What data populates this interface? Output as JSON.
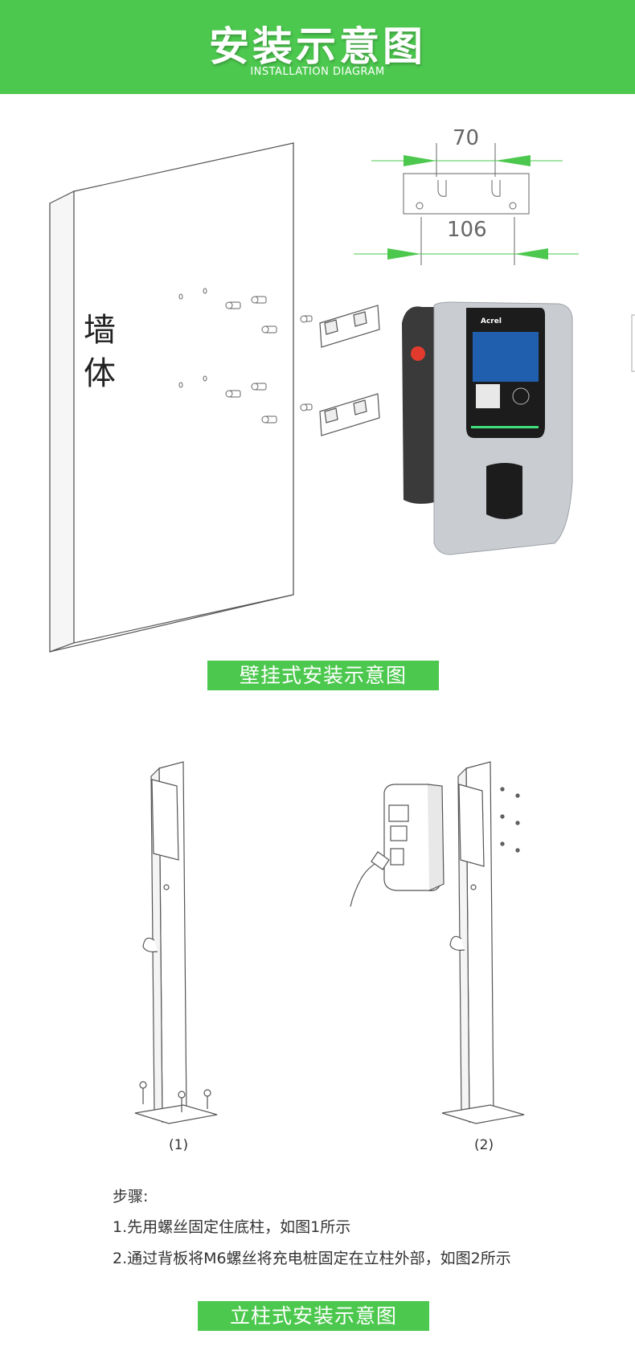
{
  "header": {
    "title": "安装示意图",
    "subtitle": "INSTALLATION DIAGRAM"
  },
  "wall_mount": {
    "wall_label_1": "墙",
    "wall_label_2": "体",
    "dim_inner": "70",
    "dim_outer": "106",
    "brand": "Acrel",
    "caption": "壁挂式安装示意图"
  },
  "column_mount": {
    "figure_1_label": "(1)",
    "figure_2_label": "(2)",
    "steps_title": "步骤:",
    "step_1": "1.先用螺丝固定住底柱，如图1所示",
    "step_2": "2.通过背板将M6螺丝将充电桩固定在立柱外部，如图2所示",
    "caption": "立柱式安装示意图"
  },
  "colors": {
    "accent": "#4cc84e",
    "charger_body": "#c9ccd1",
    "screen": "#1f5fae"
  }
}
